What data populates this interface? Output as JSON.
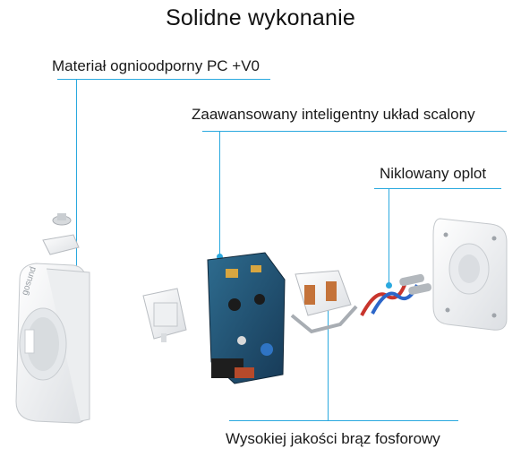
{
  "title": "Solidne wykonanie",
  "labels": {
    "material": "Materiał ognioodporny PC +V0",
    "circuit": "Zaawansowany inteligentny układ scalony",
    "braid": "Niklowany oplot",
    "bronze": "Wysokiej jakości brąz fosforowy"
  },
  "brand": "gosund",
  "accent_color": "#2aa9df",
  "parts": [
    "front-housing-icon",
    "small-bracket-icon",
    "circuit-board-icon",
    "bronze-contacts-icon",
    "braided-wires-icon",
    "back-cover-icon"
  ]
}
